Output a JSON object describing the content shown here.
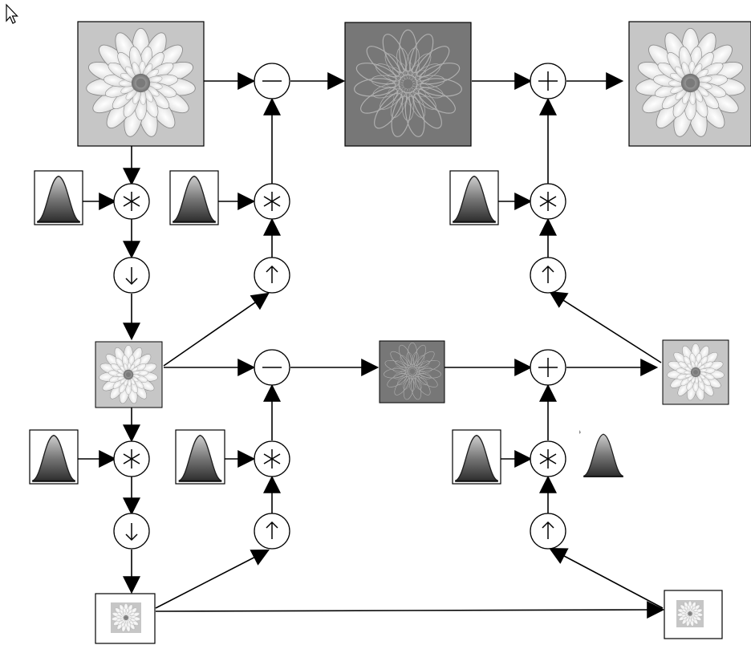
{
  "diagram": {
    "type": "laplacian-pyramid-decomposition-and-reconstruction",
    "images": [
      {
        "id": "original",
        "kind": "photo",
        "level": 0
      },
      {
        "id": "detail-0",
        "kind": "residual",
        "level": 0
      },
      {
        "id": "reconstructed-0",
        "kind": "photo",
        "level": 0
      },
      {
        "id": "downsampled-1",
        "kind": "photo",
        "level": 1
      },
      {
        "id": "detail-1",
        "kind": "residual",
        "level": 1
      },
      {
        "id": "reconstructed-1",
        "kind": "photo",
        "level": 1
      },
      {
        "id": "downsampled-2",
        "kind": "photo",
        "level": 2
      },
      {
        "id": "coarse-2",
        "kind": "photo",
        "level": 2
      }
    ],
    "operators": {
      "subtract": "−",
      "add": "+",
      "convolve": "∗",
      "downsample": "↓",
      "upsample": "↑"
    },
    "kernel_icon": "gaussian-bell-curve",
    "colors": {
      "photo_background": "#c4c4c4",
      "residual_background": "#777777",
      "stroke": "#000000"
    }
  }
}
